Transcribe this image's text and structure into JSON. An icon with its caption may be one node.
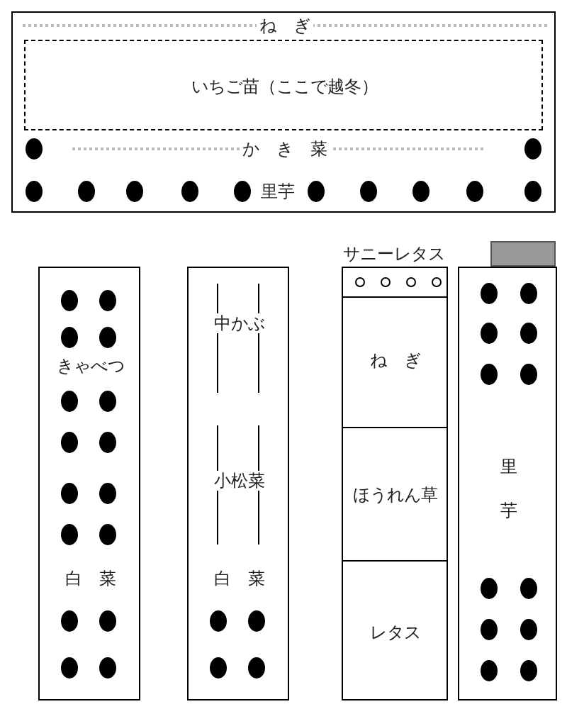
{
  "diagram": {
    "nodes": [
      {
        "text": [
          "ね　ぎ",
          "か　き　菜",
          "里芋"
        ]
      },
      {
        "text": [
          "いちご苗（ここで越冬）"
        ],
        "in": 0
      },
      {
        "text": [
          "きゃべつ",
          "白　菜"
        ]
      },
      {
        "text": [
          "中かぶ",
          "小松菜",
          "白　菜"
        ]
      },
      {
        "text": [
          "サニーレタス"
        ]
      },
      {
        "text": [
          "ね　ぎ"
        ],
        "in": 4
      },
      {
        "text": [
          "ほうれん草"
        ],
        "in": 4
      },
      {
        "text": [
          "レタス"
        ],
        "in": 4
      },
      {
        "text": [
          "里芋"
        ]
      },
      {
        "text": [],
        "shape": "box"
      }
    ],
    "edges": []
  }
}
